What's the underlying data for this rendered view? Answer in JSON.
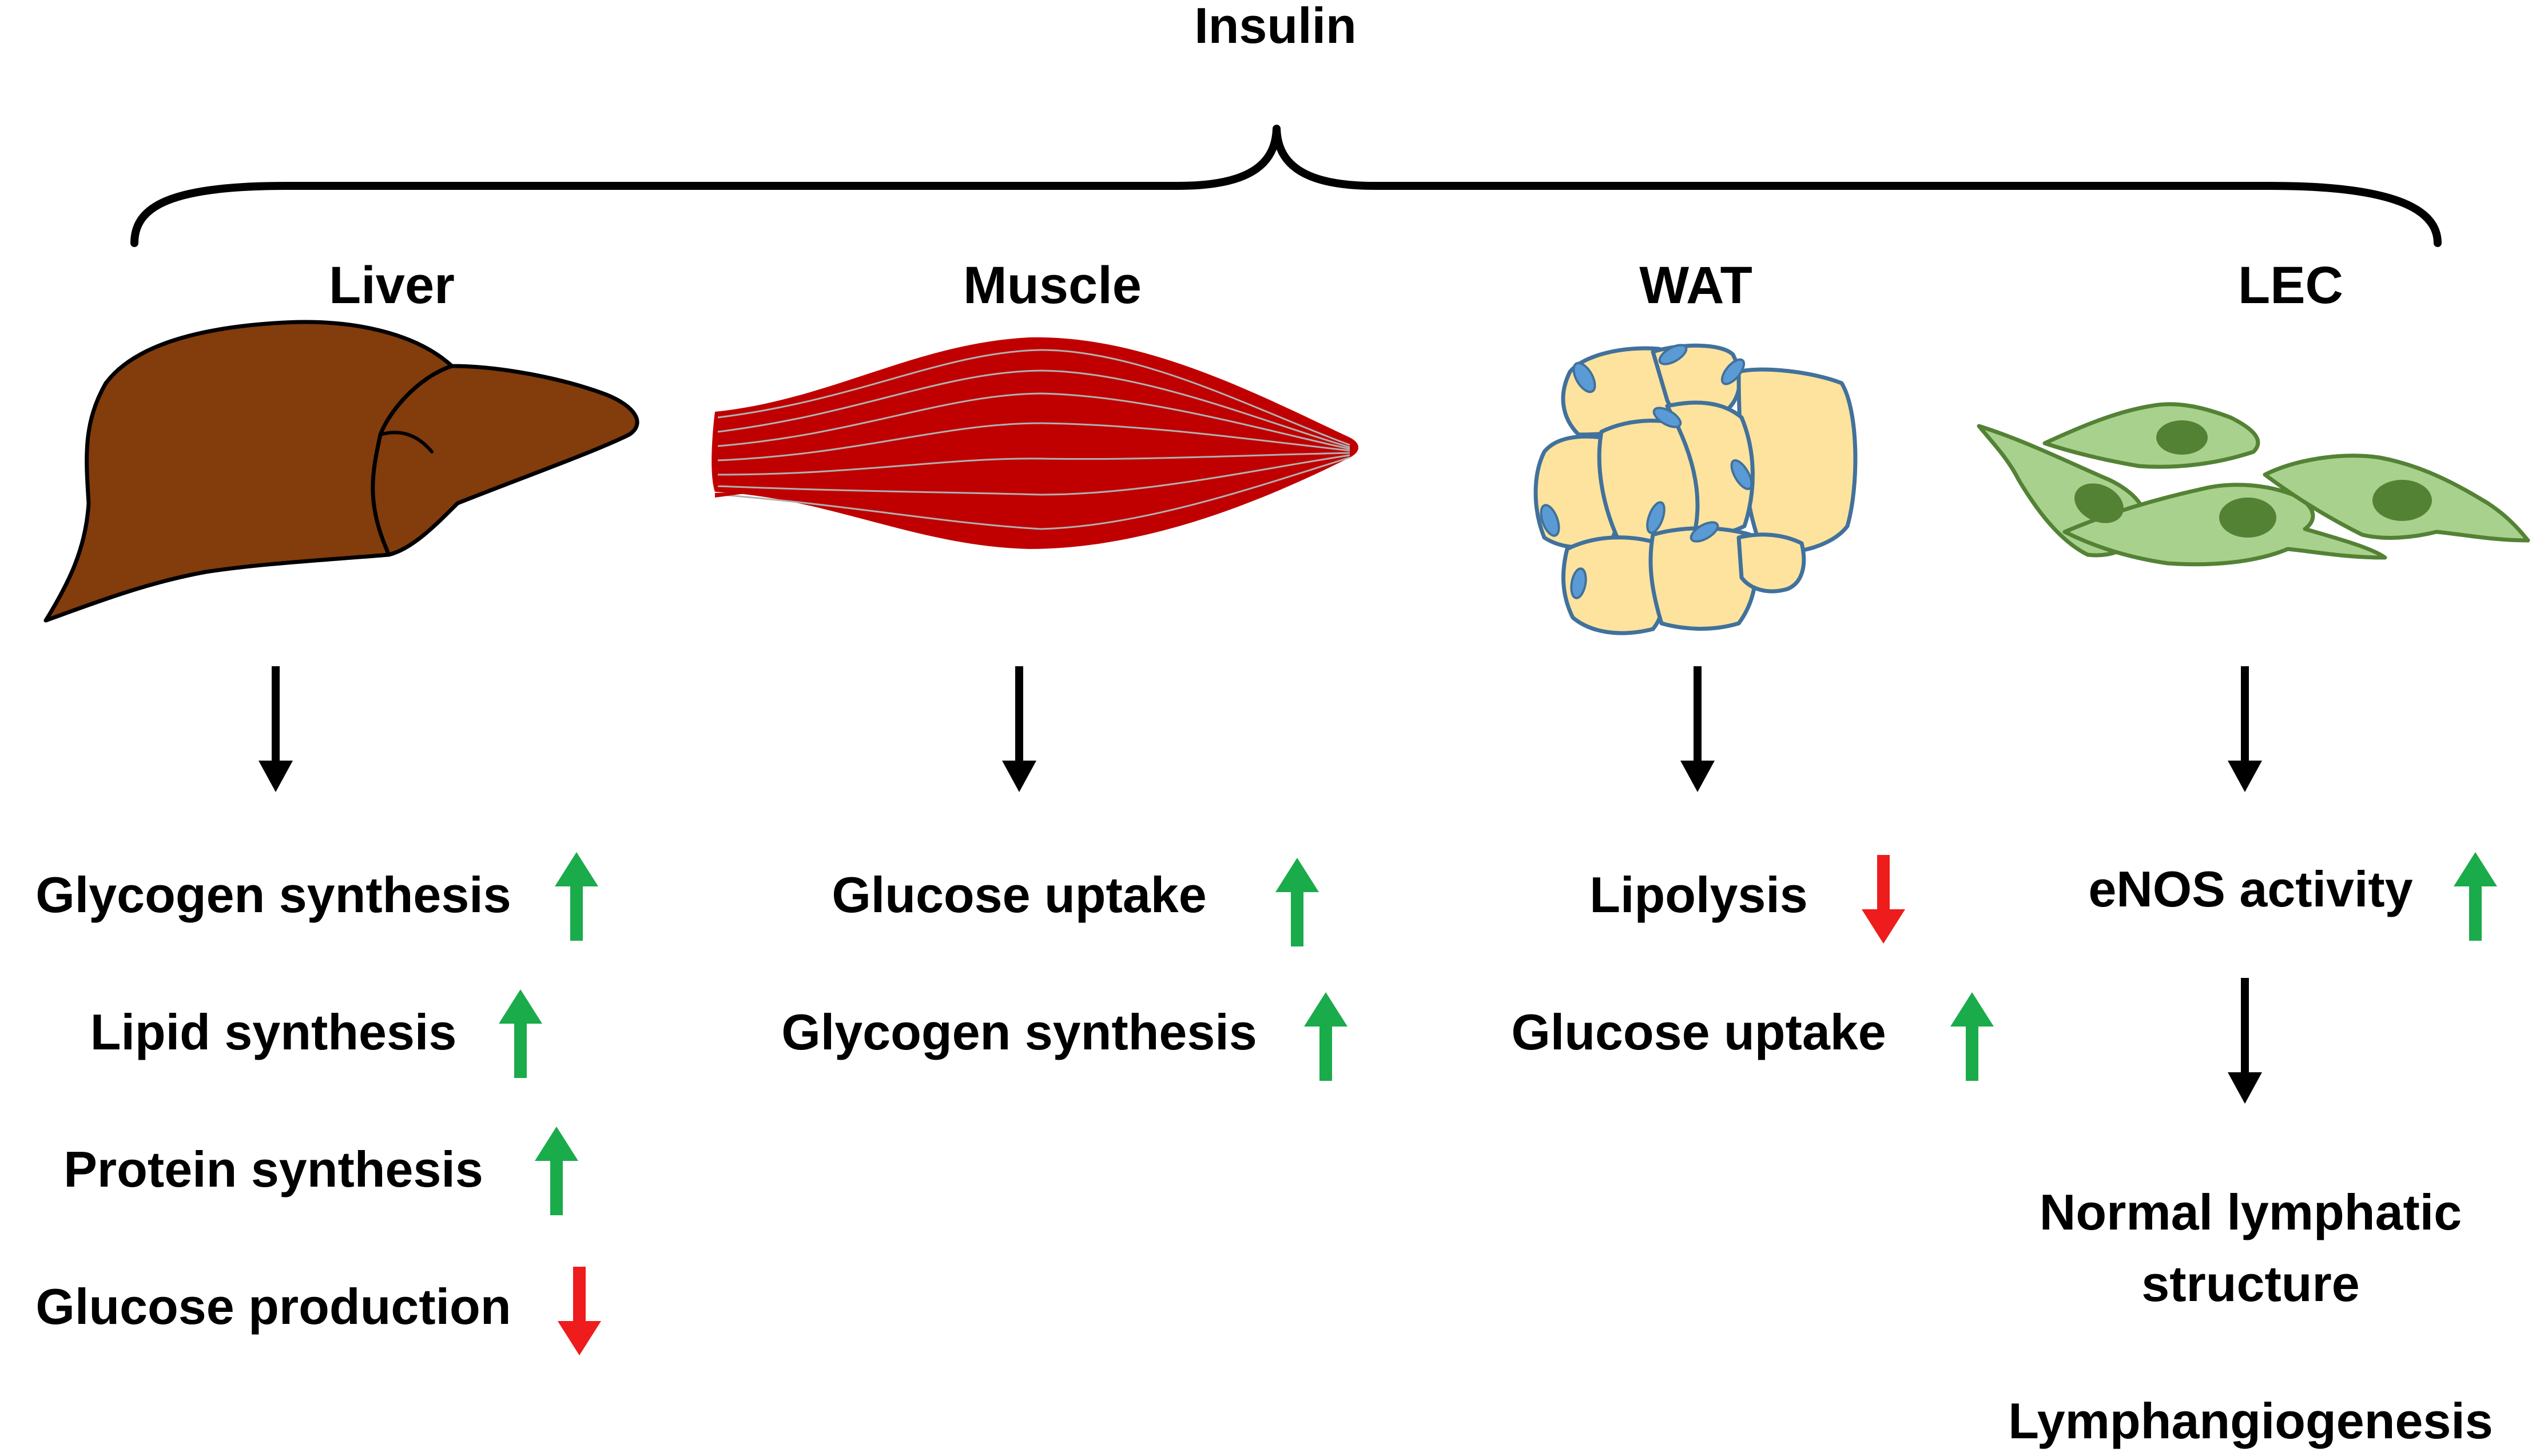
{
  "title": "Insulin",
  "colors": {
    "up_arrow": "#1aab4b",
    "down_arrow": "#ee1c1c",
    "liver": "#833c0b",
    "muscle": "#c00000",
    "adipocyte": "#fde39e",
    "adipocyte_border": "#41719c",
    "adipocyte_nucleus": "#5b9bd5",
    "lec": "#a9d18e",
    "lec_border": "#548235",
    "lec_nucleus": "#548235"
  },
  "columns": [
    {
      "label": "Liver",
      "icon": "liver-icon",
      "effects": [
        {
          "text": "Glycogen synthesis",
          "direction": "up"
        },
        {
          "text": "Lipid synthesis",
          "direction": "up"
        },
        {
          "text": "Protein synthesis",
          "direction": "up"
        },
        {
          "text": "Glucose production",
          "direction": "down"
        }
      ]
    },
    {
      "label": "Muscle",
      "icon": "muscle-icon",
      "effects": [
        {
          "text": "Glucose uptake",
          "direction": "up"
        },
        {
          "text": "Glycogen synthesis",
          "direction": "up"
        }
      ]
    },
    {
      "label": "WAT",
      "icon": "adipocyte-cluster-icon",
      "effects": [
        {
          "text": "Lipolysis",
          "direction": "down"
        },
        {
          "text": "Glucose uptake",
          "direction": "up"
        }
      ]
    },
    {
      "label": "LEC",
      "icon": "lymphatic-endothelial-cells-icon",
      "effects": [
        {
          "text": "eNOS activity",
          "direction": "up"
        }
      ],
      "outcome_lines": [
        "Normal lymphatic",
        "structure"
      ],
      "outcome_extra": "Lymphangiogenesis"
    }
  ]
}
